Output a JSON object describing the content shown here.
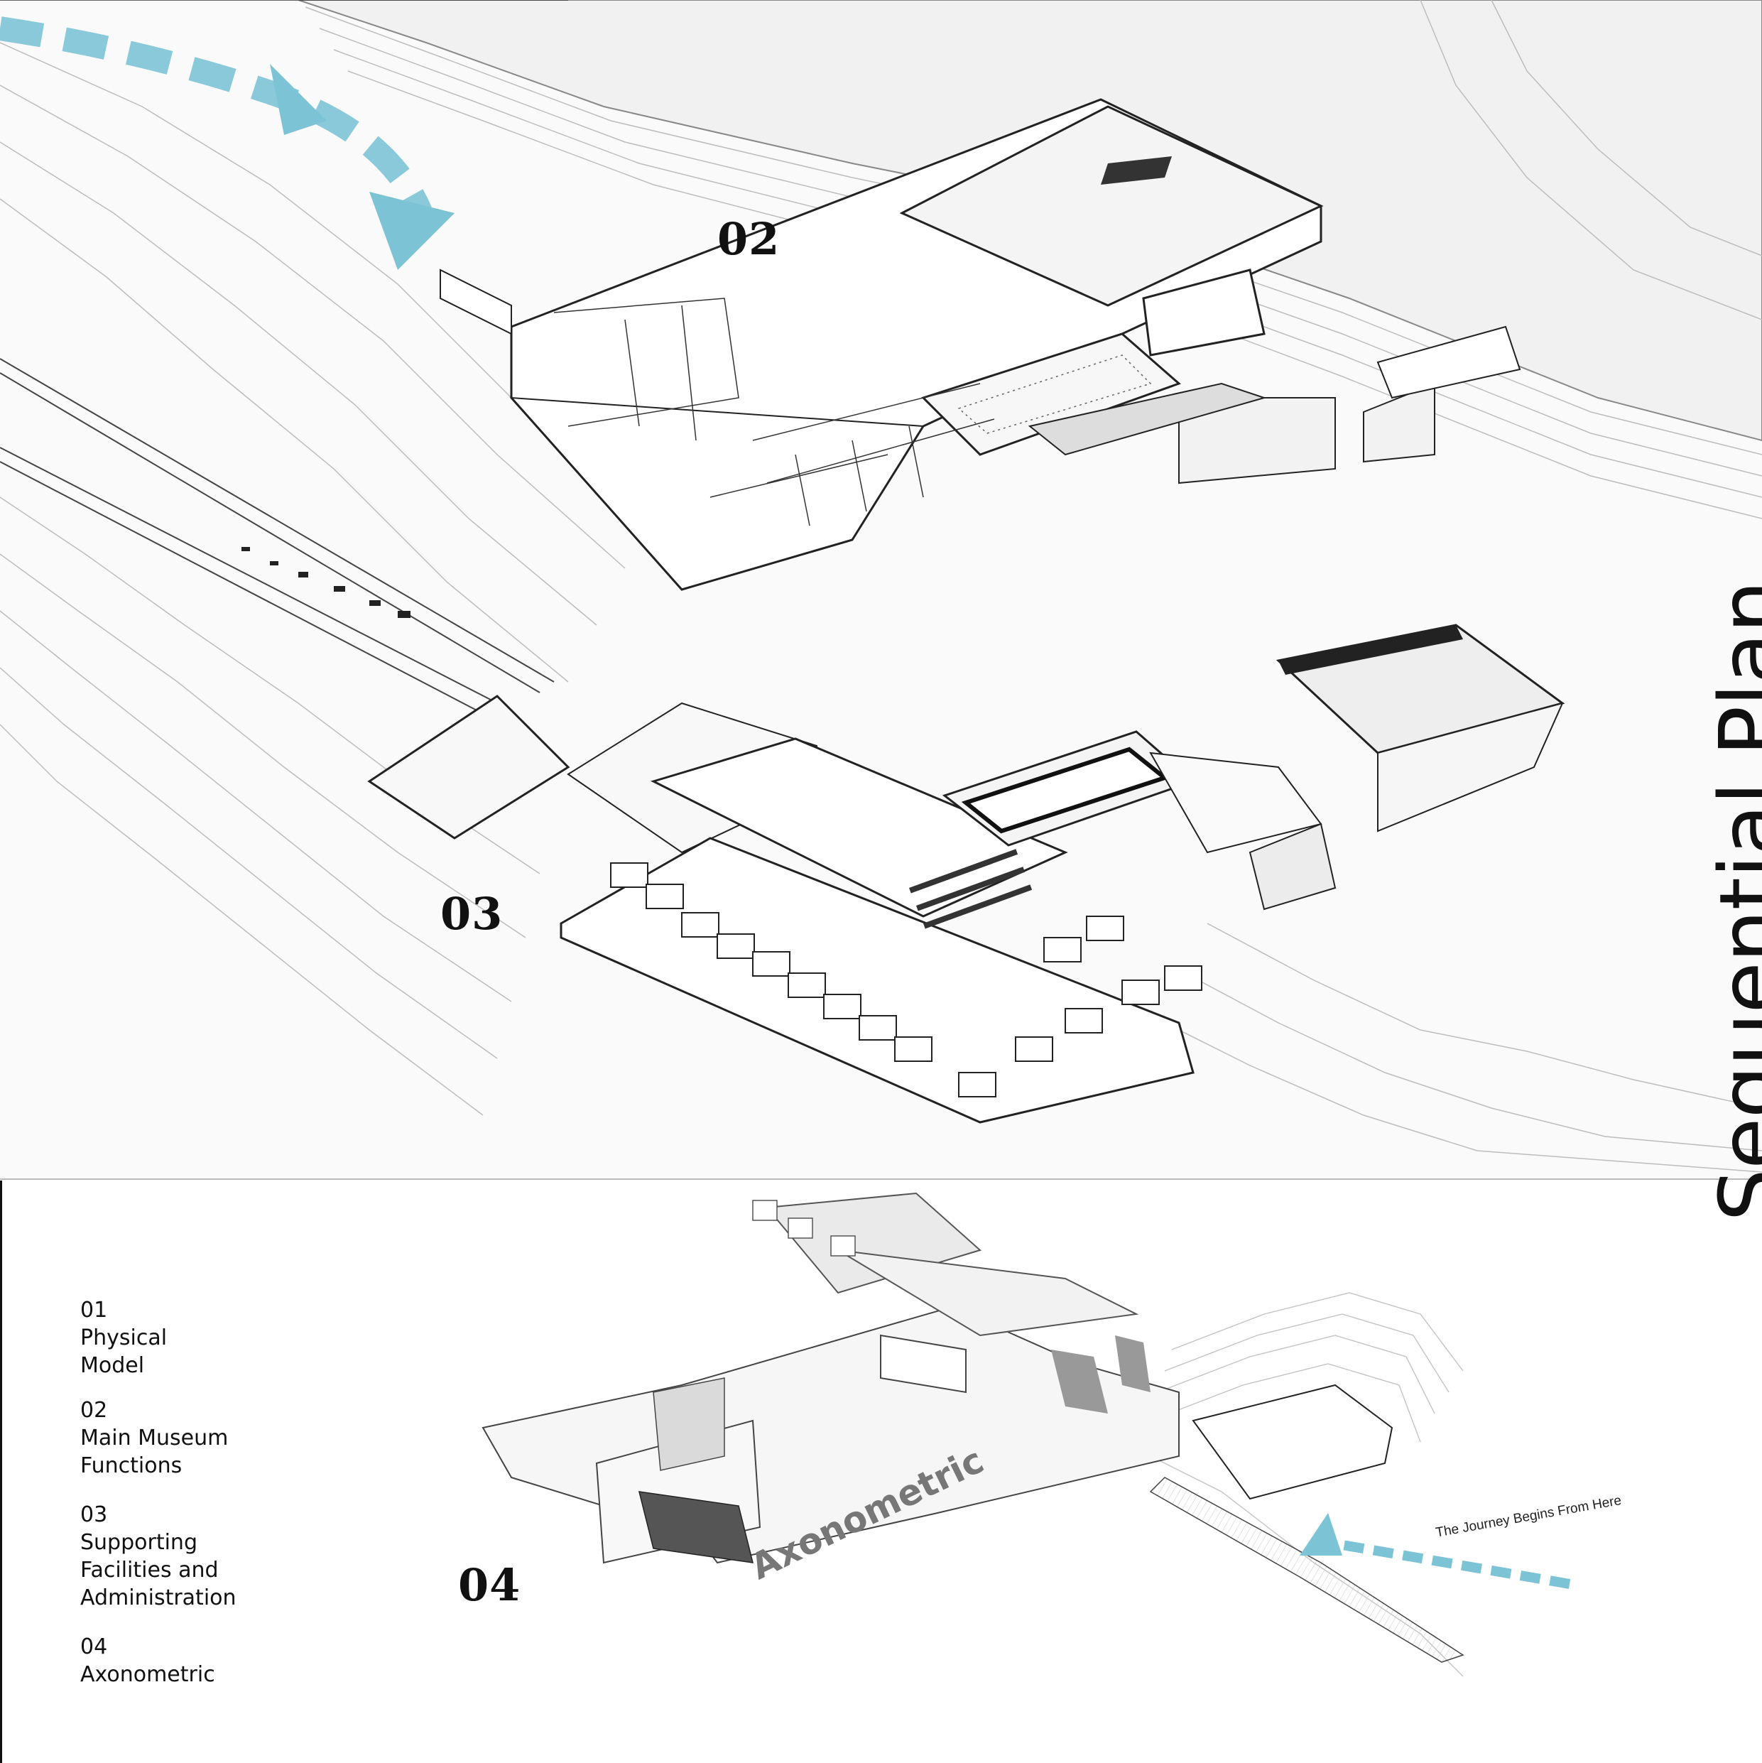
{
  "labels": {
    "plan_02": "02",
    "plan_03": "03",
    "plan_04": "04"
  },
  "title": "Sequential Plan",
  "axonometric_label": "Axonometric",
  "journey_label": "The Journey Begins From Here",
  "legend": [
    {
      "num": "01",
      "text_lines": [
        "Physical",
        "Model"
      ]
    },
    {
      "num": "02",
      "text_lines": [
        "Main Museum",
        "Functions"
      ]
    },
    {
      "num": "03",
      "text_lines": [
        "Supporting",
        "Facilities and",
        "Administration"
      ]
    },
    {
      "num": "04",
      "text_lines": [
        "Axonometric"
      ]
    }
  ],
  "colors": {
    "arrow": "#7cc3d6",
    "ink": "#111111",
    "terrain": "#f0f0f0",
    "contour": "#b8b8b8"
  }
}
